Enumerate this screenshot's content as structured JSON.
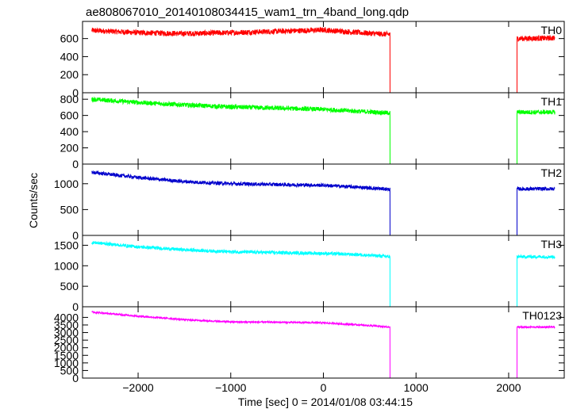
{
  "chart_data": {
    "type": "line",
    "title": "ae808067010_20140108034415_wam1_trn_4band_long.qdp",
    "xlabel": "Time [sec] 0 = 2014/01/08 03:44:15",
    "ylabel": "Counts/sec",
    "xlim": [
      -2600,
      2600
    ],
    "x_ticks": [
      -2000,
      -1000,
      0,
      1000,
      2000
    ],
    "x_tick_labels": [
      "−2000",
      "−1000",
      "0",
      "1000",
      "2000"
    ],
    "gap": [
      720,
      2090
    ],
    "series": [
      {
        "name": "TH0",
        "color": "#ff0000",
        "ylim": [
          0,
          790
        ],
        "yticks": [
          0,
          200,
          400,
          600
        ],
        "noise": 30,
        "points": [
          [
            -2500,
            690
          ],
          [
            -2000,
            665
          ],
          [
            -1500,
            655
          ],
          [
            -1000,
            665
          ],
          [
            -500,
            680
          ],
          [
            0,
            695
          ],
          [
            400,
            665
          ],
          [
            720,
            645
          ],
          [
            2090,
            600
          ],
          [
            2500,
            605
          ]
        ]
      },
      {
        "name": "TH1",
        "color": "#00ff00",
        "ylim": [
          0,
          880
        ],
        "yticks": [
          0,
          200,
          400,
          600,
          800
        ],
        "noise": 28,
        "points": [
          [
            -2500,
            800
          ],
          [
            -2000,
            760
          ],
          [
            -1500,
            730
          ],
          [
            -1000,
            705
          ],
          [
            -500,
            690
          ],
          [
            0,
            675
          ],
          [
            400,
            650
          ],
          [
            720,
            630
          ],
          [
            2090,
            640
          ],
          [
            2500,
            640
          ]
        ]
      },
      {
        "name": "TH2",
        "color": "#0000cc",
        "ylim": [
          0,
          1380
        ],
        "yticks": [
          0,
          500,
          1000
        ],
        "noise": 35,
        "points": [
          [
            -2500,
            1220
          ],
          [
            -2000,
            1120
          ],
          [
            -1500,
            1040
          ],
          [
            -1000,
            1000
          ],
          [
            -500,
            985
          ],
          [
            0,
            970
          ],
          [
            400,
            930
          ],
          [
            720,
            890
          ],
          [
            2090,
            900
          ],
          [
            2500,
            900
          ]
        ]
      },
      {
        "name": "TH3",
        "color": "#00ffff",
        "ylim": [
          0,
          1740
        ],
        "yticks": [
          0,
          500,
          1000,
          1500
        ],
        "noise": 40,
        "points": [
          [
            -2500,
            1570
          ],
          [
            -2000,
            1460
          ],
          [
            -1500,
            1390
          ],
          [
            -1000,
            1340
          ],
          [
            -500,
            1320
          ],
          [
            0,
            1300
          ],
          [
            400,
            1270
          ],
          [
            720,
            1220
          ],
          [
            2090,
            1220
          ],
          [
            2500,
            1220
          ]
        ]
      },
      {
        "name": "TH0123",
        "color": "#ff00ff",
        "ylim": [
          0,
          4700
        ],
        "yticks": [
          0,
          500,
          1000,
          1500,
          2000,
          2500,
          3000,
          3500,
          4000
        ],
        "noise": 55,
        "points": [
          [
            -2500,
            4350
          ],
          [
            -2000,
            4080
          ],
          [
            -1500,
            3850
          ],
          [
            -1000,
            3700
          ],
          [
            -500,
            3680
          ],
          [
            0,
            3640
          ],
          [
            400,
            3500
          ],
          [
            720,
            3350
          ],
          [
            2090,
            3360
          ],
          [
            2500,
            3360
          ]
        ]
      }
    ]
  }
}
